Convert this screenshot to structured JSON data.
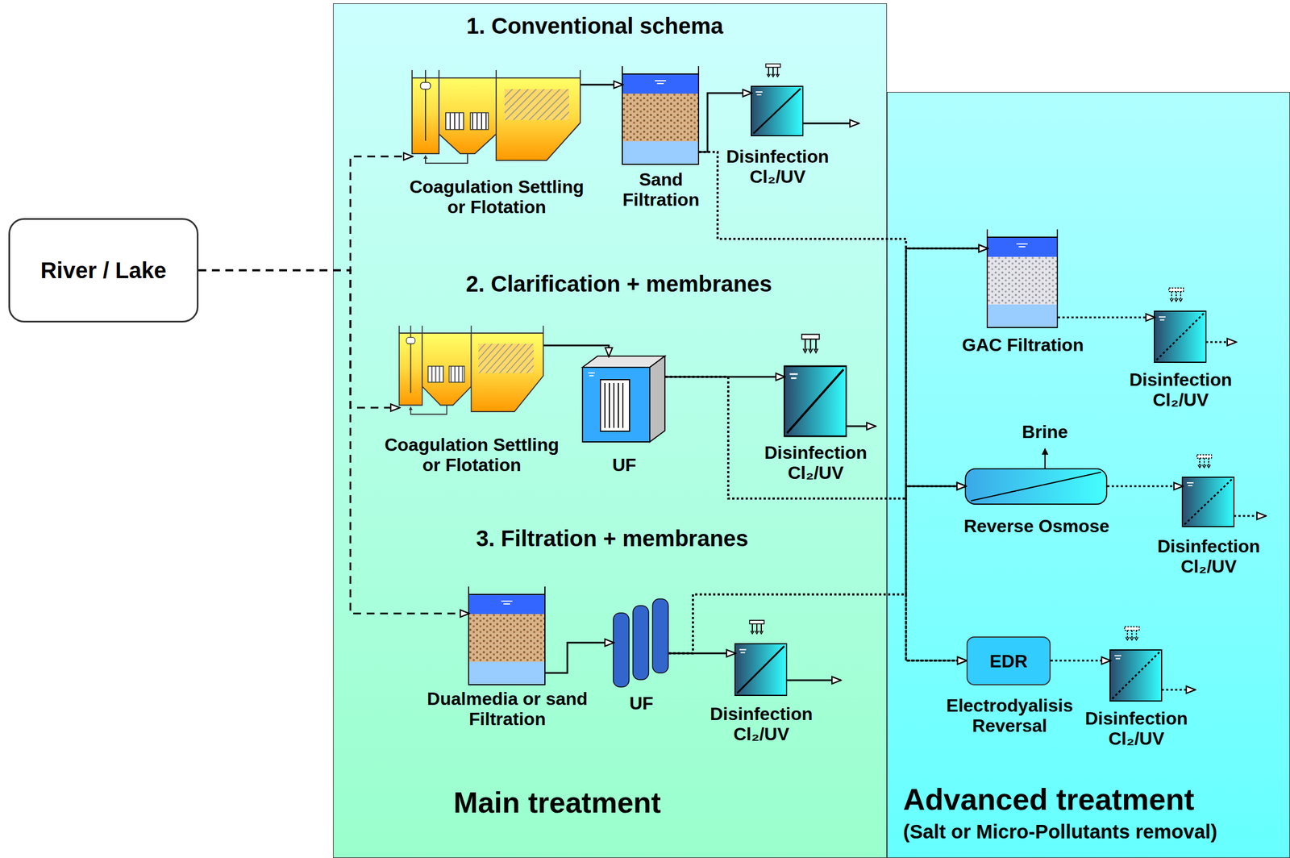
{
  "diagram": {
    "nodes": [
      {
        "text": [
          "River / Lake"
        ]
      },
      {
        "text": [
          "Main treatment"
        ]
      },
      {
        "text": [
          "Advanced treatment",
          "(Salt or Micro-Pollutants removal)"
        ]
      },
      {
        "text": [
          "Coagulation Settling or Flotation"
        ],
        "in": 1
      },
      {
        "text": [
          "Sand Filtration"
        ],
        "in": 1
      },
      {
        "text": [
          "Disinfection Cl₂/UV"
        ],
        "in": 1
      },
      {
        "text": [
          "Coagulation Settling or Flotation"
        ],
        "in": 1
      },
      {
        "text": [
          "UF"
        ],
        "in": 1
      },
      {
        "text": [
          "Disinfection Cl₂/UV"
        ],
        "in": 1
      },
      {
        "text": [
          "Dualmedia or sand Filtration"
        ],
        "in": 1
      },
      {
        "text": [
          "UF"
        ],
        "in": 1
      },
      {
        "text": [
          "Disinfection Cl₂/UV"
        ],
        "in": 1
      },
      {
        "text": [
          "GAC Filtration"
        ],
        "in": 2
      },
      {
        "text": [
          "Disinfection Cl₂/UV"
        ],
        "in": 2
      },
      {
        "text": [
          "Reverse Osmose"
        ],
        "in": 2
      },
      {
        "text": [
          "Disinfection Cl₂/UV"
        ],
        "in": 2
      },
      {
        "text": [
          "EDR",
          "Electrodyalisis Reversal"
        ],
        "in": 2
      },
      {
        "text": [
          "Disinfection Cl₂/UV"
        ],
        "in": 2
      }
    ],
    "edges": [
      {
        "from": 0,
        "to": 3,
        "arrow": "to"
      },
      {
        "from": 0,
        "to": 6,
        "arrow": "to"
      },
      {
        "from": 0,
        "to": 9,
        "arrow": "to"
      },
      {
        "from": 3,
        "to": 4,
        "arrow": "to"
      },
      {
        "from": 4,
        "to": 5,
        "arrow": "to"
      },
      {
        "from": 6,
        "to": 7,
        "arrow": "to"
      },
      {
        "from": 7,
        "to": 8,
        "arrow": "to"
      },
      {
        "from": 9,
        "to": 10,
        "arrow": "to"
      },
      {
        "from": 10,
        "to": 11,
        "arrow": "to"
      },
      {
        "from": 4,
        "to": 12,
        "arrow": "to"
      },
      {
        "from": 4,
        "to": 14,
        "arrow": "to"
      },
      {
        "from": 4,
        "to": 16,
        "arrow": "to"
      },
      {
        "from": 7,
        "to": 12,
        "arrow": "to"
      },
      {
        "from": 7,
        "to": 14,
        "arrow": "to"
      },
      {
        "from": 7,
        "to": 16,
        "arrow": "to"
      },
      {
        "from": 10,
        "to": 12,
        "arrow": "to"
      },
      {
        "from": 10,
        "to": 14,
        "arrow": "to"
      },
      {
        "from": 10,
        "to": 16,
        "arrow": "to"
      },
      {
        "from": 12,
        "to": 13,
        "arrow": "to"
      },
      {
        "from": 14,
        "to": 15,
        "arrow": "to"
      },
      {
        "from": 16,
        "to": 17,
        "arrow": "to"
      }
    ],
    "labels": [
      "1. Conventional schema",
      "2. Clarification + membranes",
      "3. Filtration + membranes",
      "Brine"
    ]
  }
}
